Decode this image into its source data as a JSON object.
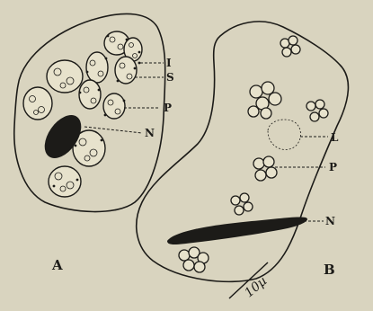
{
  "figure": {
    "panel_labels": {
      "a": "A",
      "b": "B"
    },
    "labels_a": {
      "i": "I",
      "s": "S",
      "p": "P",
      "n": "N"
    },
    "labels_b": {
      "l": "L",
      "p": "P",
      "n": "N"
    },
    "scale_bar_text": "10µ",
    "colors": {
      "paper": "#d9d4bf",
      "ink": "#1c1b18"
    }
  }
}
